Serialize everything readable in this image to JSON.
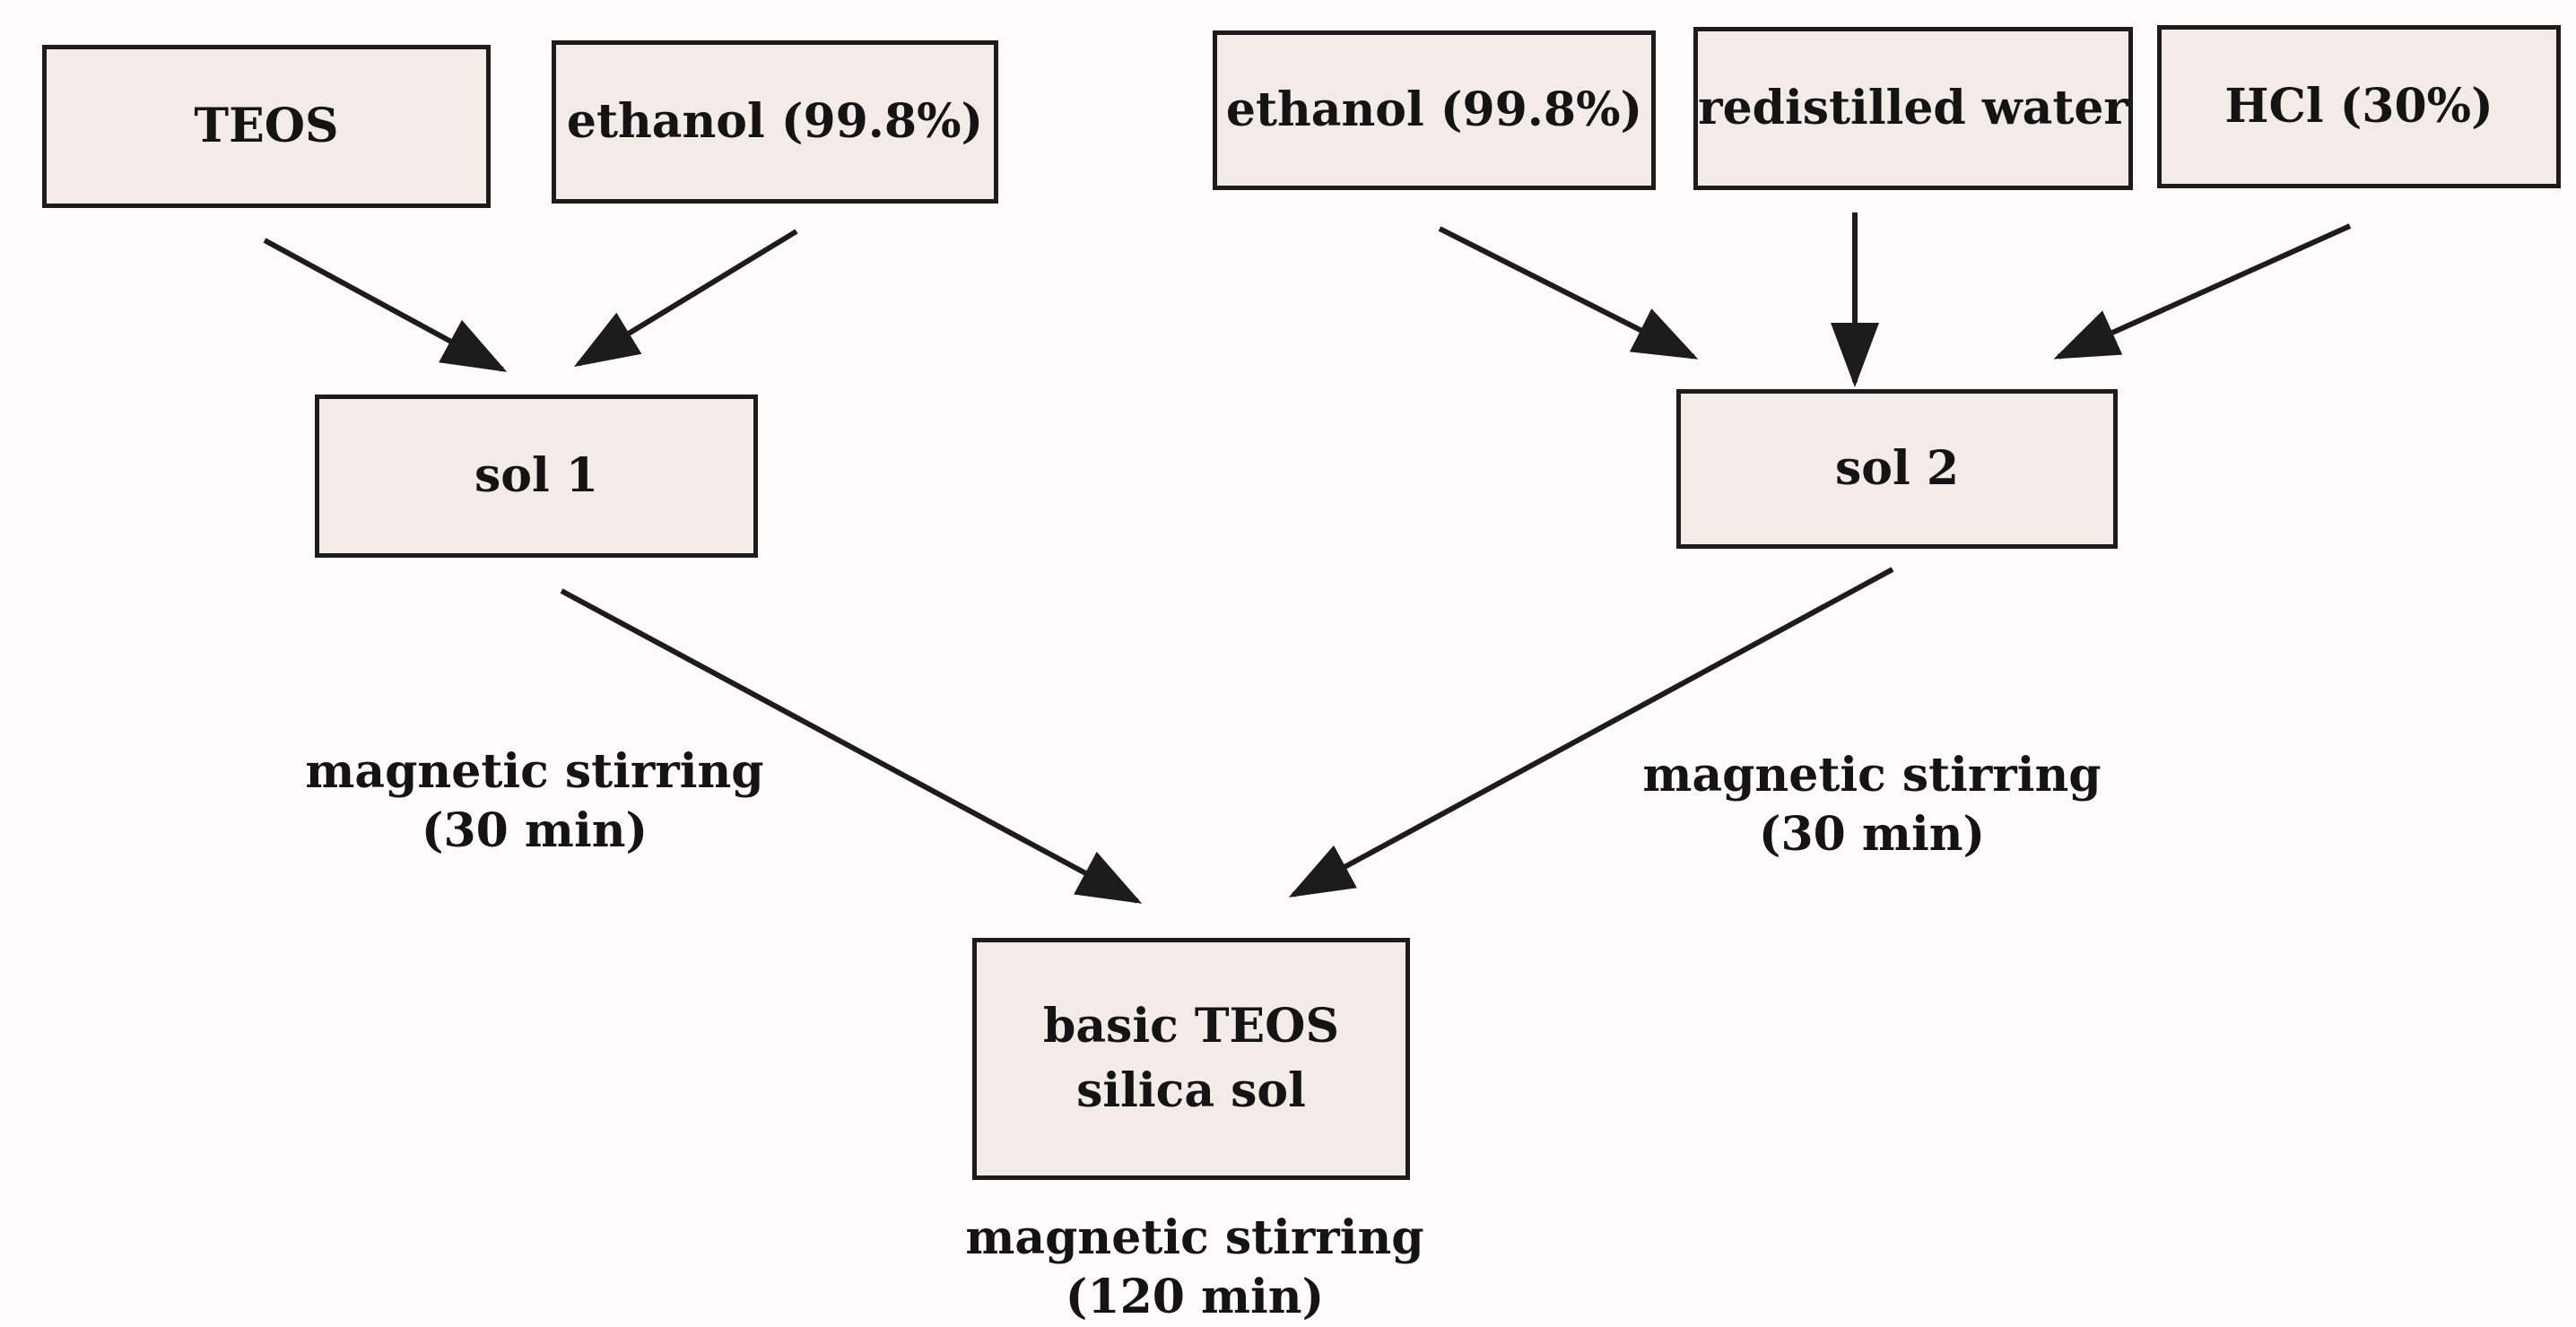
{
  "diagram": {
    "kind": "process-flowchart",
    "colors": {
      "background": "#fdfcfa",
      "node_fill": "#f2ebe8",
      "node_border": "#1c1c1c",
      "arrow": "#1c1c1c",
      "text": "#141414"
    },
    "nodes": {
      "teos": {
        "label": "TEOS"
      },
      "ethanol_1": {
        "label": "ethanol (99.8%)"
      },
      "ethanol_2": {
        "label": "ethanol (99.8%)"
      },
      "redistilled_water": {
        "label": "redistilled water"
      },
      "hcl": {
        "label": "HCl (30%)"
      },
      "sol_1": {
        "label": "sol 1"
      },
      "sol_2": {
        "label": "sol 2"
      },
      "final": {
        "label_line1": "basic TEOS",
        "label_line2": "silica sol"
      }
    },
    "annotations": {
      "sol1_stirring": {
        "line1": "magnetic stirring",
        "line2": "(30 min)"
      },
      "sol2_stirring": {
        "line1": "magnetic stirring",
        "line2": "(30 min)"
      },
      "final_stirring": {
        "line1": "magnetic stirring",
        "line2": "(120 min)"
      }
    },
    "edges": [
      {
        "from": "teos",
        "to": "sol_1"
      },
      {
        "from": "ethanol_1",
        "to": "sol_1"
      },
      {
        "from": "ethanol_2",
        "to": "sol_2"
      },
      {
        "from": "redistilled_water",
        "to": "sol_2"
      },
      {
        "from": "hcl",
        "to": "sol_2"
      },
      {
        "from": "sol_1",
        "to": "final"
      },
      {
        "from": "sol_2",
        "to": "final"
      }
    ]
  }
}
